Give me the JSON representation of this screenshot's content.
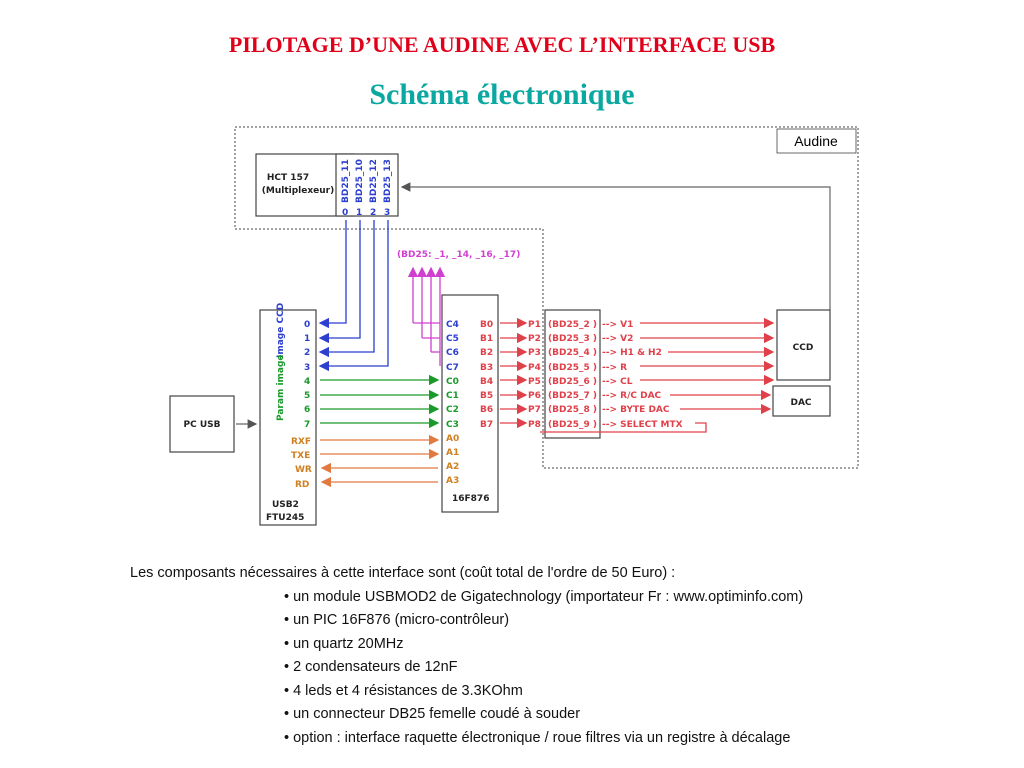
{
  "title": "PILOTAGE D’UNE AUDINE AVEC L’INTERFACE USB",
  "subtitle": "Schéma électronique",
  "diagram": {
    "audine_label": "Audine",
    "hct": {
      "line1": "HCT 157",
      "line2": "(Multiplexeur)",
      "inputs": [
        "BD25_11",
        "BD25_10",
        "BD25_12",
        "BD25_13"
      ],
      "nums": [
        "0",
        "1",
        "2",
        "3"
      ]
    },
    "bd_group": "(BD25: _1, _14, _16, _17)",
    "usb": {
      "image_ccd": "Image CCD",
      "param_image": "Param image",
      "pins": [
        "0",
        "1",
        "2",
        "3",
        "4",
        "5",
        "6",
        "7"
      ],
      "ctrl": [
        "RXF",
        "TXE",
        "WR",
        "RD"
      ],
      "name1": "USB2",
      "name2": "FTU245"
    },
    "pic": {
      "left_pins": [
        "C4",
        "C5",
        "C6",
        "C7",
        "C0",
        "C1",
        "C2",
        "C3",
        "A0",
        "A1",
        "A2",
        "A3"
      ],
      "right_pins": [
        "B0",
        "B1",
        "B2",
        "B3",
        "B4",
        "B5",
        "B6",
        "B7"
      ],
      "name": "16F876"
    },
    "pc": "PC USB",
    "ports": [
      "P1",
      "P2",
      "P3",
      "P4",
      "P5",
      "P6",
      "P7",
      "P8"
    ],
    "bd_signals": [
      "(BD25_2 )",
      "(BD25_3 )",
      "(BD25_4 )",
      "(BD25_5 )",
      "(BD25_6 )",
      "(BD25_7 )",
      "(BD25_8 )",
      "(BD25_9 )"
    ],
    "signals": [
      "--> V1",
      "--> V2",
      "--> H1 & H2",
      "--> R",
      "--> CL",
      "--> R/C DAC",
      "--> BYTE DAC",
      "--> SELECT MTX"
    ],
    "ccd": "CCD",
    "dac": "DAC"
  },
  "caption": {
    "intro": "Les composants nécessaires à cette interface sont (coût total de l'ordre de 50 Euro) :",
    "items": [
      "un module USBMOD2 de Gigatechnology (importateur Fr : www.optiminfo.com)",
      "un PIC 16F876 (micro-contrôleur)",
      "un quartz 20MHz",
      "2 condensateurs de 12nF",
      "4 leds et 4 résistances de 3.3KOhm",
      "un connecteur DB25 femelle coudé à souder",
      "option : interface raquette électronique / roue filtres  via un registre à décalage"
    ]
  }
}
